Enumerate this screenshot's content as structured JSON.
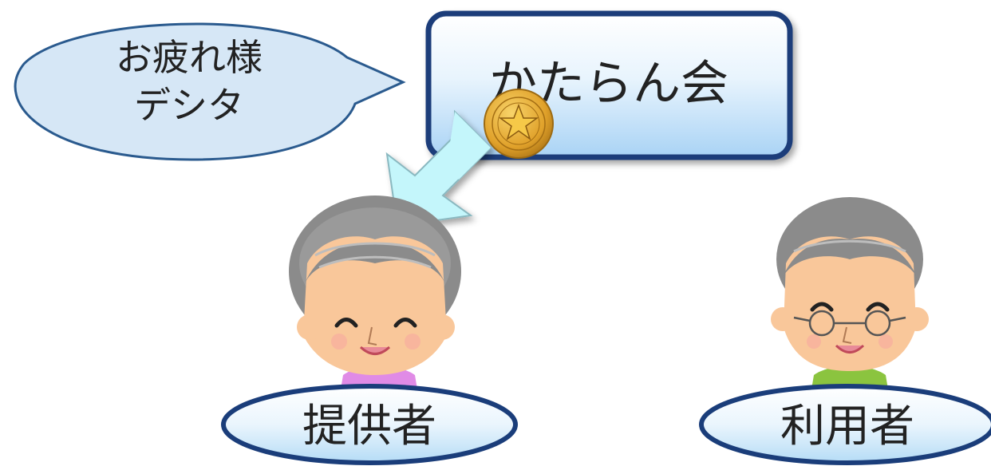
{
  "speech_bubble": {
    "line1": "お疲れ様",
    "line2": "デシタ"
  },
  "org_box": {
    "label": "かたらん会"
  },
  "labels": {
    "provider": "提供者",
    "user": "利用者"
  },
  "colors": {
    "box_border": "#1a3d7a",
    "box_fill": "#bfe0f8",
    "bubble_fill": "#d6e7f6",
    "arrow_fill": "#c4f6fb",
    "coin": "#e2a52a",
    "hair": "#8b8b8b",
    "face": "#f9c79a",
    "provider_shirt": "#e08be6",
    "user_shirt": "#8bc43f"
  },
  "icons": [
    "coin-star-icon",
    "arrow-down-left-icon",
    "elderly-woman-icon",
    "elderly-man-icon"
  ]
}
